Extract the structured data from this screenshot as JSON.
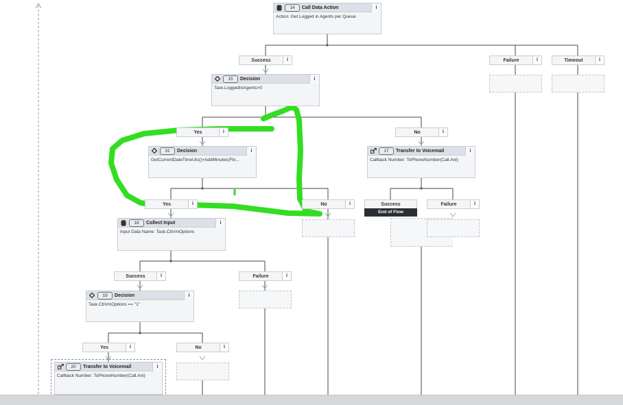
{
  "nodes": {
    "n14": {
      "number": "14",
      "title": "Call Data Action",
      "body": "Action: Get Logged in Agents per Queue"
    },
    "n15": {
      "number": "15",
      "title": "Decision",
      "body": "Task.LoggedInAgents>0"
    },
    "n31": {
      "number": "31",
      "title": "Decision",
      "body": "GetCurrentDateTimeUtc()>AddMinutes(Flo..."
    },
    "n17": {
      "number": "17",
      "title": "Transfer to Voicemail",
      "body": "Callback Number: ToPhoneNumber(Call.Ani)"
    },
    "n18": {
      "number": "18",
      "title": "Collect Input",
      "body": "Input Data Name: Task.CbVmOptions"
    },
    "n19": {
      "number": "19",
      "title": "Decision",
      "body": "Task.CbVmOptions == \"1\""
    },
    "n20": {
      "number": "20",
      "title": "Transfer to Voicemail",
      "body": "Callback Number: ToPhoneNumber(Call.Ani)"
    }
  },
  "branches": {
    "success14": "Success",
    "failure14": "Failure",
    "timeout14": "Timeout",
    "yes15": "Yes",
    "no15": "No",
    "yes31": "Yes",
    "no31": "No",
    "success17": "Success",
    "failure17": "Failure",
    "success18": "Success",
    "failure18": "Failure",
    "yes19": "Yes",
    "no19": "No"
  },
  "end_of_flow": "End of Flow",
  "info_glyph": "i",
  "icons": {
    "data_action": "database-icon",
    "decision": "diamond-icon",
    "collect_input": "database-icon",
    "transfer": "transfer-arrow-icon"
  },
  "colors": {
    "node_header": "#dde1e7",
    "node_body": "#f4f5f7",
    "wire": "#444444",
    "annotation": "#33dd22",
    "end_flow": "#2b2f33"
  }
}
